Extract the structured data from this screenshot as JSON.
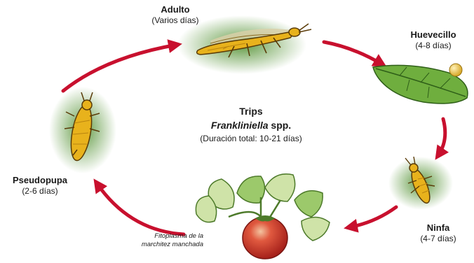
{
  "diagram": {
    "center": {
      "title": "Trips",
      "scientific_name": "Frankliniella",
      "scientific_suffix": " spp.",
      "duration": "(Duración total: 10-21 días)"
    },
    "stages": [
      {
        "id": "adulto",
        "name": "Adulto",
        "duration": "(Varios días)"
      },
      {
        "id": "huevecillo",
        "name": "Huevecillo",
        "duration": "(4-8 días)"
      },
      {
        "id": "ninfa",
        "name": "Ninfa",
        "duration": "(4-7 días)"
      },
      {
        "id": "pseudopupa",
        "name": "Pseudopupa",
        "duration": "(2-6 días)"
      }
    ],
    "plant_note": [
      "Fitoplasma de la",
      "marchitez manchada"
    ],
    "colors": {
      "arrow": "#c8102e",
      "insect_body": "#e8b21c",
      "insect_dark": "#5a3b08",
      "leaf": "#6fae3e",
      "leaf_pale": "#cfe3a8",
      "fruit": "#d9382a",
      "egg": "#e9c24a"
    }
  }
}
